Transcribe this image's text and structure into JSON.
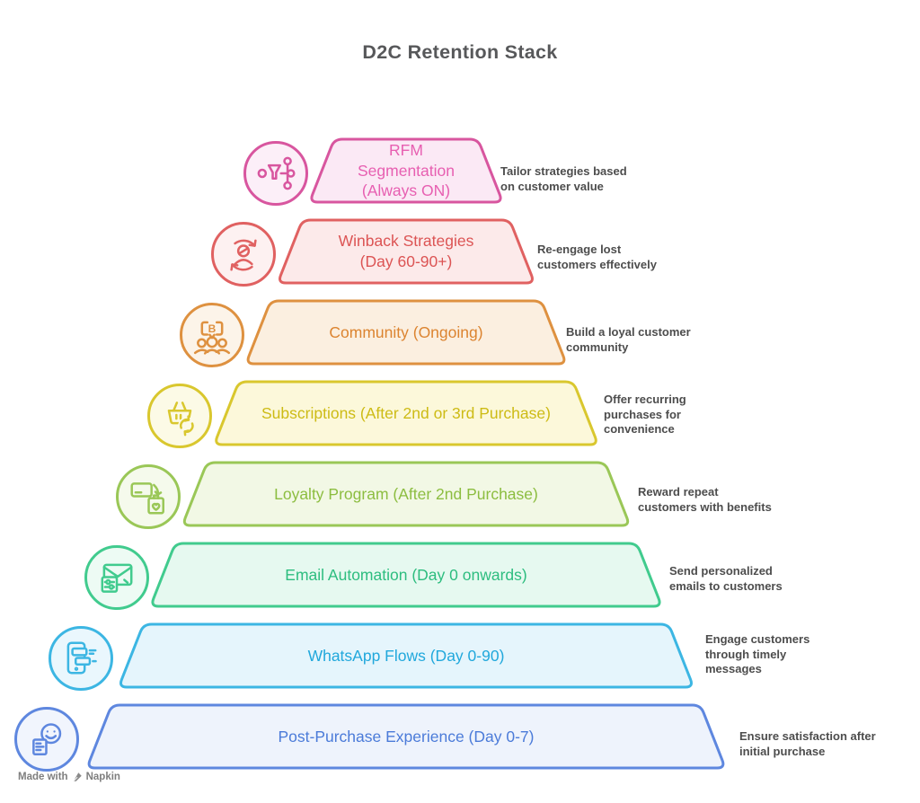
{
  "title": "D2C Retention Stack",
  "layers": [
    {
      "label": "RFM Segmentation (Always ON)",
      "label_lines": [
        "RFM",
        "Segmentation",
        "(Always ON)"
      ],
      "description": "Tailor strategies based on customer value",
      "icon": "segmentation-funnel-icon",
      "colors": {
        "border": "#D8569F",
        "fill": "#FBE9F5",
        "text": "#E75FB1",
        "icon_fill": "#FCEFF8"
      }
    },
    {
      "label": "Winback Strategies (Day 60-90+)",
      "label_lines": [
        "Winback Strategies",
        "(Day 60-90+)"
      ],
      "description": "Re-engage lost customers effectively",
      "icon": "winback-refresh-user-icon",
      "colors": {
        "border": "#E06161",
        "fill": "#FCEAEA",
        "text": "#DC5454",
        "icon_fill": "#FDF1F1"
      }
    },
    {
      "label": "Community (Ongoing)",
      "label_lines": [
        "Community (Ongoing)"
      ],
      "description": "Build a loyal customer community",
      "icon": "community-people-icon",
      "colors": {
        "border": "#DE9140",
        "fill": "#FBEFE0",
        "text": "#DC8430",
        "icon_fill": "#FCF4E9"
      }
    },
    {
      "label": "Subscriptions (After 2nd or 3rd Purchase)",
      "label_lines": [
        "Subscriptions (After 2nd or 3rd Purchase)"
      ],
      "description": "Offer recurring purchases for convenience",
      "icon": "basket-refresh-icon",
      "colors": {
        "border": "#D9C72E",
        "fill": "#FCF8DA",
        "text": "#CDBB15",
        "icon_fill": "#FCFAE6"
      }
    },
    {
      "label": "Loyalty Program (After 2nd Purchase)",
      "label_lines": [
        "Loyalty Program (After 2nd Purchase)"
      ],
      "description": "Reward repeat customers with benefits",
      "icon": "card-reward-tag-icon",
      "colors": {
        "border": "#9AC757",
        "fill": "#F2F8E5",
        "text": "#8CBD40",
        "icon_fill": "#F5FAEC"
      }
    },
    {
      "label": "Email Automation (Day 0 onwards)",
      "label_lines": [
        "Email Automation (Day 0 onwards)"
      ],
      "description": "Send personalized emails to customers",
      "icon": "email-automation-icon",
      "colors": {
        "border": "#41CB8E",
        "fill": "#E6F9F0",
        "text": "#2DBD7F",
        "icon_fill": "#EDFBF4"
      }
    },
    {
      "label": "WhatsApp Flows (Day 0-90)",
      "label_lines": [
        "WhatsApp Flows (Day 0-90)"
      ],
      "description": "Engage customers through timely messages",
      "icon": "phone-chat-flow-icon",
      "colors": {
        "border": "#3CB6E3",
        "fill": "#E5F5FC",
        "text": "#21A8DC",
        "icon_fill": "#EAF7FD"
      }
    },
    {
      "label": "Post-Purchase Experience (Day 0-7)",
      "label_lines": [
        "Post-Purchase Experience (Day 0-7)"
      ],
      "description": "Ensure satisfaction after initial purchase",
      "icon": "smiley-package-icon",
      "colors": {
        "border": "#5E87DF",
        "fill": "#EEF3FC",
        "text": "#4B7BD9",
        "icon_fill": "#F1F5FD"
      }
    }
  ],
  "footer": {
    "made_with": "Made with",
    "brand": "Napkin"
  },
  "theme": {
    "title_color": "#57585A",
    "description_color": "#4D4D4D",
    "footer_color": "#7E7E7E",
    "background": "#FFFFFF"
  }
}
